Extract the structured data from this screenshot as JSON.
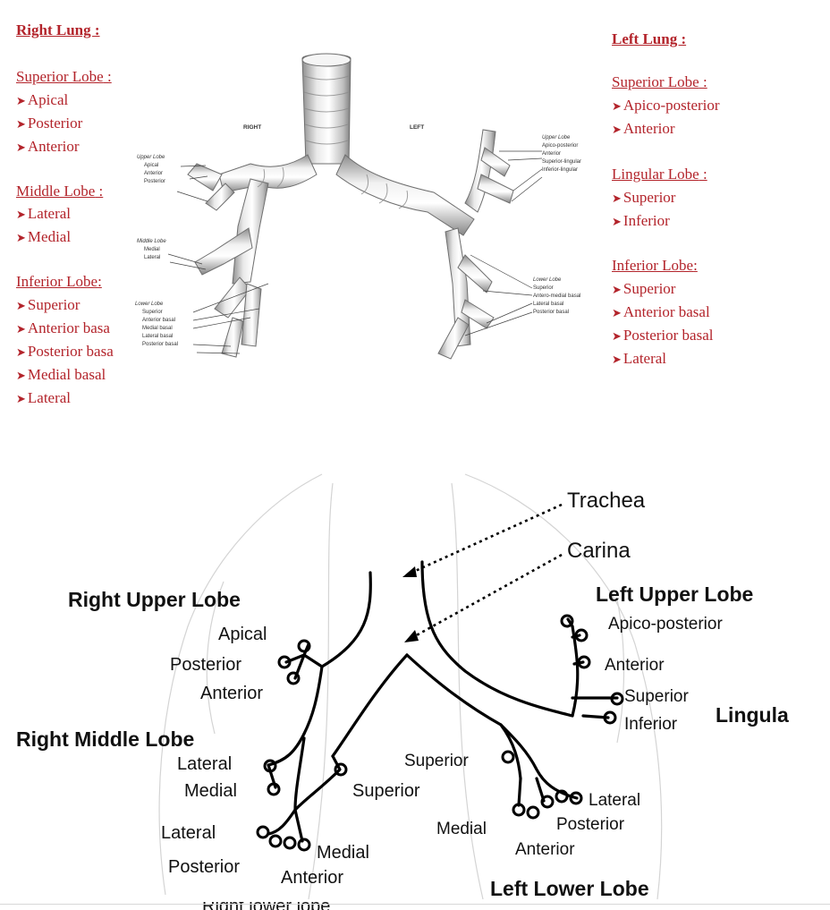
{
  "right_lung": {
    "title": "Right Lung :",
    "superior": {
      "title": "Superior Lobe",
      "colon": " :",
      "segments": [
        "Apical",
        "Posterior",
        "Anterior"
      ]
    },
    "middle": {
      "title": "Middle Lobe",
      "colon": " :",
      "segments": [
        "Lateral",
        "Medial"
      ]
    },
    "inferior": {
      "title": "Inferior Lobe",
      "colon": ":",
      "segments": [
        "Superior",
        "Anterior basa",
        "Posterior basa",
        "Medial basal",
        "Lateral"
      ]
    }
  },
  "left_lung": {
    "title": "Left Lung :",
    "superior": {
      "title": "Superior Lobe",
      "colon": " :",
      "segments": [
        "Apico-posterior",
        "Anterior"
      ]
    },
    "lingular": {
      "title": "Lingular Lobe",
      "colon": " :",
      "segments": [
        "Superior",
        "Inferior"
      ]
    },
    "inferior": {
      "title": "Inferior Lobe",
      "colon": ":",
      "segments": [
        "Superior",
        "Anterior basal",
        "Posterior basal",
        "Lateral"
      ]
    }
  },
  "illustration": {
    "right_heading": "RIGHT",
    "left_heading": "LEFT",
    "right_upper": {
      "title": "Upper Lobe",
      "items": [
        "Apical",
        "Anterior",
        "Posterior"
      ]
    },
    "right_middle": {
      "title": "Middle Lobe",
      "items": [
        "Medial",
        "Lateral"
      ]
    },
    "right_lower": {
      "title": "Lower Lobe",
      "items": [
        "Superior",
        "Anterior basal",
        "Medial basal",
        "Lateral basal",
        "Posterior basal"
      ]
    },
    "left_upper": {
      "title": "Upper Lobe",
      "items": [
        "Apico-posterior",
        "Anterior",
        "Superior-lingular",
        "Inferior-lingular"
      ]
    },
    "left_lower": {
      "title": "Lower Lobe",
      "items": [
        "Superior",
        "Antero-medial basal",
        "Lateral basal",
        "Posterior basal"
      ]
    }
  },
  "diagram": {
    "trachea": "Trachea",
    "carina": "Carina",
    "right_upper_lobe": "Right Upper Lobe",
    "right_middle_lobe": "Right Middle Lobe",
    "left_upper_lobe": "Left Upper Lobe",
    "left_lower_lobe": "Left Lower Lobe",
    "lingula": "Lingula",
    "rul_segments": [
      "Apical",
      "Posterior",
      "Anterior"
    ],
    "rml_segments": [
      "Lateral",
      "Medial"
    ],
    "rll_superior": "Superior",
    "rll_segments": [
      "Lateral",
      "Posterior",
      "Medial",
      "Anterior"
    ],
    "lul_segments": [
      "Apico-posterior",
      "Anterior"
    ],
    "lingula_segments": [
      "Superior",
      "Inferior"
    ],
    "lll_superior": "Superior",
    "lll_segments": [
      "Lateral",
      "Posterior",
      "Medial",
      "Anterior"
    ],
    "cut_off_caption": "Right lower lobe"
  }
}
